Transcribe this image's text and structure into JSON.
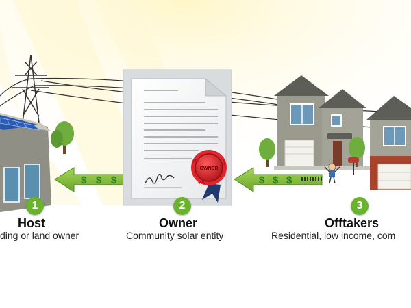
{
  "steps": [
    {
      "number": "1",
      "title": "Host",
      "subtitle": "ding or land owner"
    },
    {
      "number": "2",
      "title": "Owner",
      "subtitle": "Community solar entity"
    },
    {
      "number": "3",
      "title": "Offtakers",
      "subtitle": "Residential, low income, com"
    }
  ],
  "money_symbol": "$",
  "seal_text": "OWNER",
  "signature_text": "Yours",
  "colors": {
    "accent_green": "#6ab42d",
    "arrow_green": "#8cc63f",
    "seal_red": "#d41f26",
    "house_siding": "#9a9a8e",
    "brick": "#a8432e"
  }
}
